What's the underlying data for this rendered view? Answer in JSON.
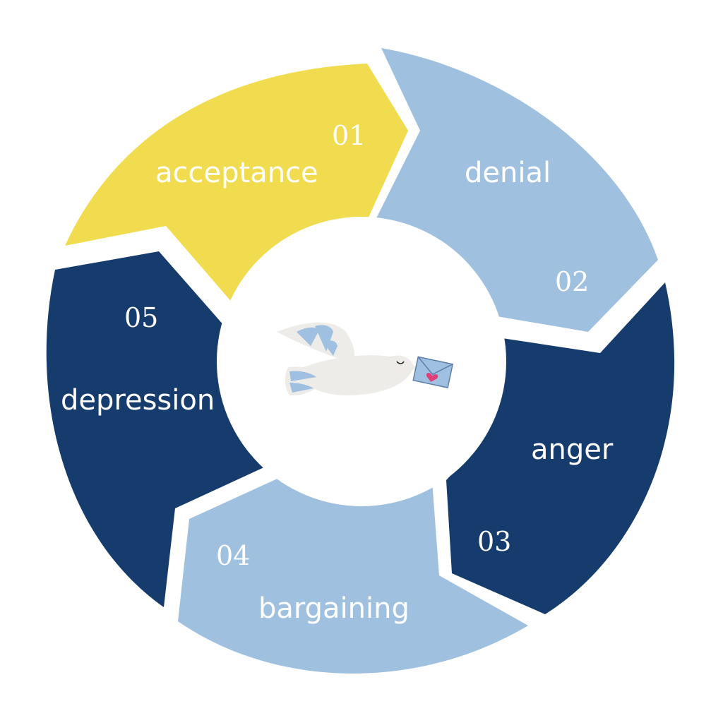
{
  "diagram": {
    "segments": [
      {
        "number": "01",
        "label": "acceptance",
        "color": "#f0dc4e"
      },
      {
        "number": "02",
        "label": "denial",
        "color": "#a0c0df"
      },
      {
        "number": "03",
        "label": "anger",
        "color": "#163c6e"
      },
      {
        "number": "04",
        "label": "bargaining",
        "color": "#a0c0df"
      },
      {
        "number": "05",
        "label": "depression",
        "color": "#163c6e"
      }
    ],
    "center_icon": "dove-with-letter-icon",
    "center_fill": "#ffffff"
  }
}
